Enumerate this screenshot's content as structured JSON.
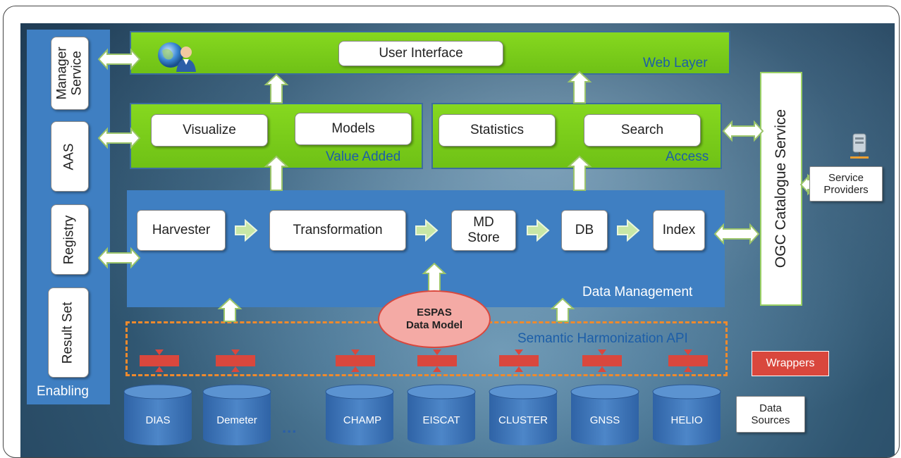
{
  "enabling": {
    "label": "Enabling",
    "items": [
      "Manager Service",
      "AAS",
      "Registry",
      "Result Set"
    ]
  },
  "web_layer": {
    "label": "Web Layer",
    "box": "User Interface"
  },
  "value_added": {
    "label": "Value Added",
    "boxes": [
      "Visualize",
      "Models"
    ]
  },
  "access": {
    "label": "Access",
    "boxes": [
      "Statistics",
      "Search"
    ]
  },
  "data_management": {
    "label": "Data Management",
    "pipeline": [
      "Harvester",
      "Transformation",
      "MD Store",
      "DB",
      "Index"
    ]
  },
  "catalogue": {
    "label": "OGC Catalogue Service"
  },
  "service_providers": {
    "label": "Service Providers"
  },
  "data_model": {
    "label": "ESPAS Data Model"
  },
  "semantic": {
    "label": "Semantic Harmonization API"
  },
  "wrappers": {
    "label": "Wrappers"
  },
  "data_sources": {
    "label": "Data Sources",
    "items": [
      "DIAS",
      "Demeter",
      "CHAMP",
      "EISCAT",
      "CLUSTER",
      "GNSS",
      "HELIO"
    ],
    "ellipsis": "..."
  },
  "colors": {
    "layer_green": "#7ed321",
    "layer_blue": "#3f7fc2",
    "wrapper_red": "#d9473d",
    "dashed_orange": "#f08a2c",
    "data_model_fill": "#f3a7a3"
  },
  "icons": [
    "globe-user-icon",
    "server-icon"
  ]
}
